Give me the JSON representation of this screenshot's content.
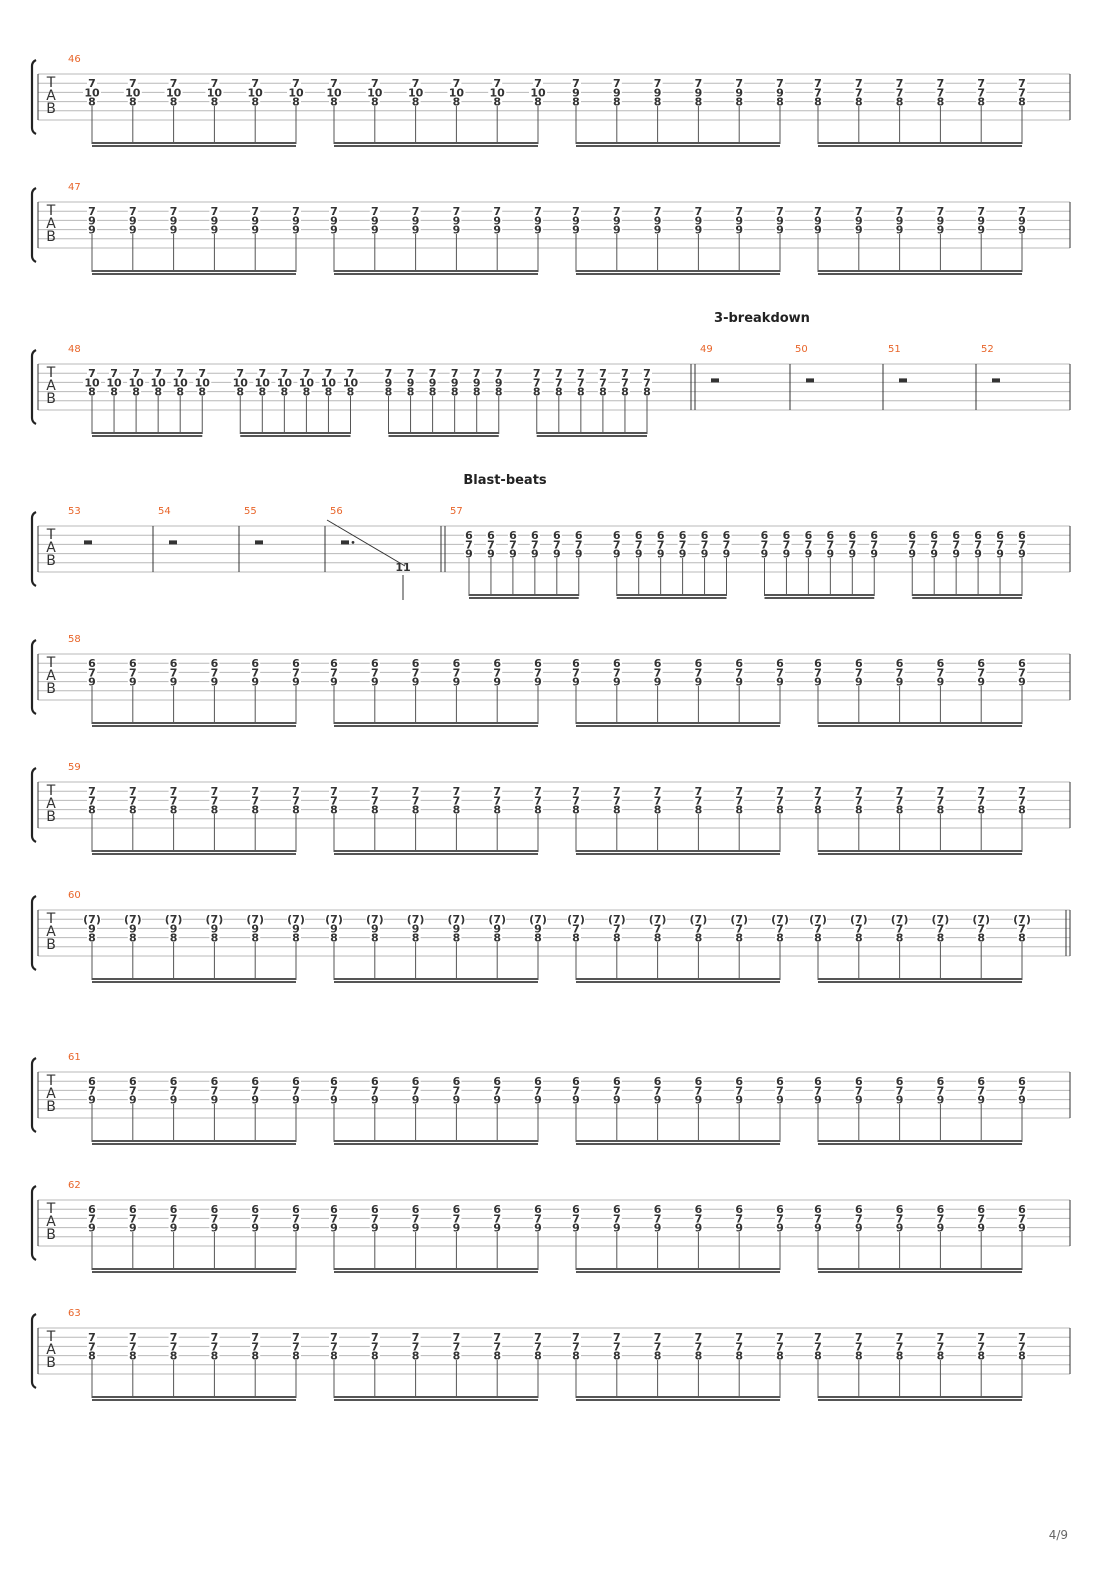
{
  "tab_label": [
    "T",
    "A",
    "B"
  ],
  "page_number": "4/9",
  "systems": [
    {
      "measures": [
        {
          "number": "46",
          "groups": [
            {
              "count": 6,
              "frets": [
                "7",
                "10",
                "8"
              ]
            },
            {
              "count": 6,
              "frets": [
                "7",
                "10",
                "8"
              ]
            },
            {
              "count": 6,
              "frets": [
                "7",
                "9",
                "8"
              ]
            },
            {
              "count": 6,
              "frets": [
                "7",
                "7",
                "8"
              ]
            }
          ]
        }
      ]
    },
    {
      "measures": [
        {
          "number": "47",
          "groups": [
            {
              "count": 6,
              "frets": [
                "7",
                "9",
                "9"
              ]
            },
            {
              "count": 6,
              "frets": [
                "7",
                "9",
                "9"
              ]
            },
            {
              "count": 6,
              "frets": [
                "7",
                "9",
                "9"
              ]
            },
            {
              "count": 6,
              "frets": [
                "7",
                "9",
                "9"
              ]
            }
          ]
        }
      ]
    },
    {
      "section": "3-breakdown",
      "measures": [
        {
          "number": "48",
          "groups": [
            {
              "count": 6,
              "frets": [
                "7",
                "10",
                "8"
              ]
            },
            {
              "count": 6,
              "frets": [
                "7",
                "10",
                "8"
              ]
            },
            {
              "count": 6,
              "frets": [
                "7",
                "9",
                "8"
              ]
            },
            {
              "count": 6,
              "frets": [
                "7",
                "7",
                "8"
              ]
            }
          ]
        },
        {
          "number": "49",
          "rest": "half"
        },
        {
          "number": "50",
          "rest": "half"
        },
        {
          "number": "51",
          "rest": "half"
        },
        {
          "number": "52",
          "rest": "half"
        }
      ]
    },
    {
      "section": "Blast-beats",
      "measures": [
        {
          "number": "53",
          "rest": "half"
        },
        {
          "number": "54",
          "rest": "half"
        },
        {
          "number": "55",
          "rest": "half"
        },
        {
          "number": "56",
          "rest": "dotted-half",
          "slide_note": "11"
        },
        {
          "number": "57",
          "groups": [
            {
              "count": 6,
              "frets": [
                "6",
                "7",
                "9"
              ]
            },
            {
              "count": 6,
              "frets": [
                "6",
                "7",
                "9"
              ]
            },
            {
              "count": 6,
              "frets": [
                "6",
                "7",
                "9"
              ]
            },
            {
              "count": 6,
              "frets": [
                "6",
                "7",
                "9"
              ]
            }
          ]
        }
      ]
    },
    {
      "measures": [
        {
          "number": "58",
          "groups": [
            {
              "count": 6,
              "frets": [
                "6",
                "7",
                "9"
              ]
            },
            {
              "count": 6,
              "frets": [
                "6",
                "7",
                "9"
              ]
            },
            {
              "count": 6,
              "frets": [
                "6",
                "7",
                "9"
              ]
            },
            {
              "count": 6,
              "frets": [
                "6",
                "7",
                "9"
              ]
            }
          ]
        }
      ]
    },
    {
      "measures": [
        {
          "number": "59",
          "groups": [
            {
              "count": 6,
              "frets": [
                "7",
                "7",
                "8"
              ]
            },
            {
              "count": 6,
              "frets": [
                "7",
                "7",
                "8"
              ]
            },
            {
              "count": 6,
              "frets": [
                "7",
                "7",
                "8"
              ]
            },
            {
              "count": 6,
              "frets": [
                "7",
                "7",
                "8"
              ]
            }
          ]
        }
      ]
    },
    {
      "measures": [
        {
          "number": "60",
          "groups": [
            {
              "count": 6,
              "frets": [
                "(7)",
                "9",
                "8"
              ]
            },
            {
              "count": 6,
              "frets": [
                "(7)",
                "9",
                "8"
              ]
            },
            {
              "count": 6,
              "frets": [
                "(7)",
                "7",
                "8"
              ]
            },
            {
              "count": 6,
              "frets": [
                "(7)",
                "7",
                "8"
              ]
            }
          ]
        }
      ]
    },
    {
      "measures": [
        {
          "number": "61",
          "groups": [
            {
              "count": 6,
              "frets": [
                "6",
                "7",
                "9"
              ]
            },
            {
              "count": 6,
              "frets": [
                "6",
                "7",
                "9"
              ]
            },
            {
              "count": 6,
              "frets": [
                "6",
                "7",
                "9"
              ]
            },
            {
              "count": 6,
              "frets": [
                "6",
                "7",
                "9"
              ]
            }
          ]
        }
      ]
    },
    {
      "measures": [
        {
          "number": "62",
          "groups": [
            {
              "count": 6,
              "frets": [
                "6",
                "7",
                "9"
              ]
            },
            {
              "count": 6,
              "frets": [
                "6",
                "7",
                "9"
              ]
            },
            {
              "count": 6,
              "frets": [
                "6",
                "7",
                "9"
              ]
            },
            {
              "count": 6,
              "frets": [
                "6",
                "7",
                "9"
              ]
            }
          ]
        }
      ]
    },
    {
      "measures": [
        {
          "number": "63",
          "groups": [
            {
              "count": 6,
              "frets": [
                "7",
                "7",
                "8"
              ]
            },
            {
              "count": 6,
              "frets": [
                "7",
                "7",
                "8"
              ]
            },
            {
              "count": 6,
              "frets": [
                "7",
                "7",
                "8"
              ]
            },
            {
              "count": 6,
              "frets": [
                "7",
                "7",
                "8"
              ]
            }
          ]
        }
      ]
    }
  ]
}
